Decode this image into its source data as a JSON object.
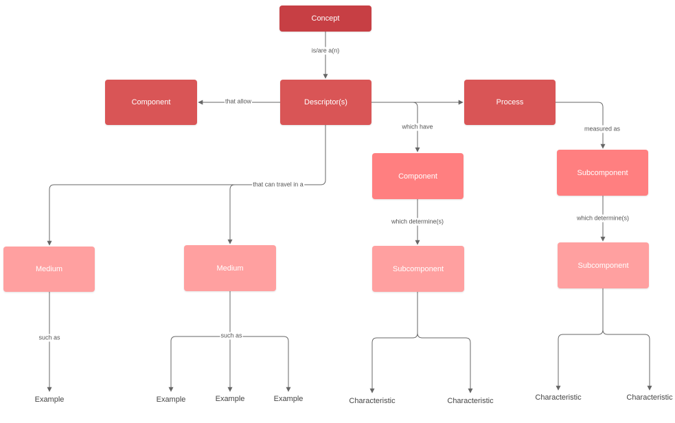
{
  "nodes": {
    "concept": "Concept",
    "descriptors": "Descriptor(s)",
    "component_left": "Component",
    "process": "Process",
    "component_mid": "Component",
    "subcomponent_right_top": "Subcomponent",
    "medium_1": "Medium",
    "medium_2": "Medium",
    "subcomponent_mid": "Subcomponent",
    "subcomponent_right_bottom": "Subcomponent"
  },
  "edge_labels": {
    "is_are": "is/are a(n)",
    "that_allow": "that allow",
    "which_have": "which have",
    "measured_as": "measured as",
    "that_can_travel": "that can travel in a",
    "which_determine_mid": "which determine(s)",
    "which_determine_right": "which determine(s)",
    "such_as_1": "such as",
    "such_as_2": "such as"
  },
  "leaves": {
    "example_1": "Example",
    "example_2": "Example",
    "example_3": "Example",
    "example_4": "Example",
    "characteristic_1": "Characteristic",
    "characteristic_2": "Characteristic",
    "characteristic_3": "Characteristic",
    "characteristic_4": "Characteristic"
  },
  "colors": {
    "level_1": "#c73f44",
    "level_2": "#d95556",
    "level_3": "#ff7f80",
    "level_4": "#ffa0a0",
    "connector": "#666666"
  }
}
